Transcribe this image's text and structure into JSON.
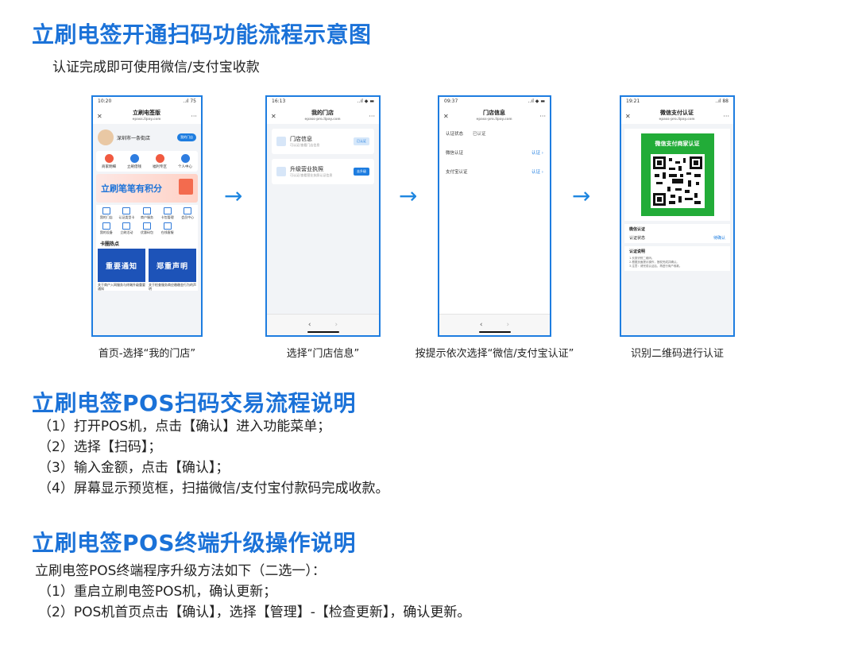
{
  "section1": {
    "title": "立刷电签开通扫码功能流程示意图",
    "subtitle": "认证完成即可使用微信/支付宝收款",
    "arrow": "→",
    "captions": [
      "首页-选择“我的门店”",
      "选择“门店信息”",
      "按提示依次选择“微信/支付宝认证”",
      "识别二维码进行认证"
    ]
  },
  "phone1": {
    "time": "10:20",
    "signal": "..ıl 75",
    "title": "立刷电签版",
    "url": "epass.lipay.com",
    "shop_name": "深圳市一条街店",
    "shop_btn": "我的门店",
    "icons": [
      "商家明细",
      "立刷借钱",
      "福利专区",
      "个人中心"
    ],
    "banner": "立刷笔笔有积分",
    "grid": [
      "我的门店",
      "认证类型卡",
      "商户服务",
      "卡包管理",
      "会员中心",
      "我的设备",
      "立刷活动",
      "优惠码包",
      "在线客服"
    ],
    "hot": "卡圈热点",
    "card1_title": "重要通知",
    "card1_caption": "关于商户入网服务与终端升级重要通知",
    "card2_title": "郑重声明",
    "card2_caption": "关于检查服务商应缴缴金行为的声明"
  },
  "phone2": {
    "time": "16:13",
    "signal": "..ıl ◆ ▬",
    "title": "我的门店",
    "url": "epass-pro.lipay.com",
    "item1_title": "门店信息",
    "item1_sub": "可认证/查看门店信息",
    "item1_tag": "已认证",
    "item2_title": "升级营业执照",
    "item2_sub": "可认证/查看营业执照认证信息",
    "item2_tag": "去升级",
    "back": "‹",
    "fwd": "›"
  },
  "phone3": {
    "time": "09:37",
    "signal": "..ıl ◆ ▬",
    "title": "门店信息",
    "url": "epass-pro.lipay.com",
    "row1_label": "认证状态",
    "row1_value": "已认证",
    "row2_label": "微信认证",
    "row2_value": "认证 ›",
    "row3_label": "支付宝认证",
    "row3_value": "认证 ›",
    "back": "‹",
    "fwd": "›"
  },
  "phone4": {
    "time": "19:21",
    "signal": "..ıl 88",
    "title": "微信支付认证",
    "url": "epass-pro.lipay.com",
    "qr_title": "微信支付商家认证",
    "sec1_title": "微信认证",
    "sec1_label": "认证状态",
    "sec1_value": "待确认",
    "sec2_title": "认证说明",
    "sec2_lines": [
      "1.长按识别二维码。",
      "2.根据页面提示操作，授权完成并确认。",
      "3.注意：请完成认证后，再进行商户收款。"
    ]
  },
  "section2": {
    "title": "立刷电签POS扫码交易流程说明",
    "steps": [
      "（1）打开POS机，点击【确认】进入功能菜单；",
      "（2）选择【扫码】；",
      "（3）输入金额，点击【确认】；",
      "（4）屏幕显示预览框，扫描微信/支付宝付款码完成收款。"
    ]
  },
  "section3": {
    "title": "立刷电签POS终端升级操作说明",
    "intro": "立刷电签POS终端程序升级方法如下（二选一）：",
    "steps": [
      "（1）重启立刷电签POS机，确认更新；",
      "（2）POS机首页点击【确认】，选择【管理】-【检查更新】，确认更新。"
    ]
  },
  "colors": {
    "accent": "#1b72d8",
    "wechat": "#22ac38",
    "notice": "#1d53b8"
  }
}
